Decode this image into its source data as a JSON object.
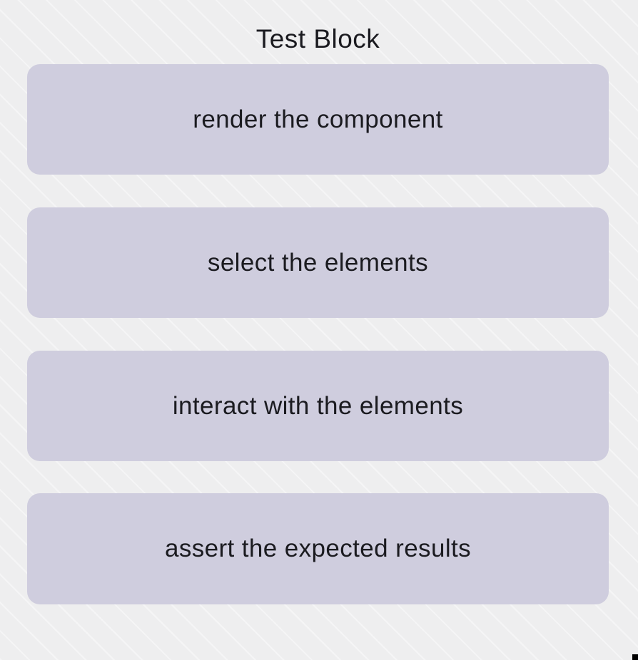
{
  "diagram": {
    "title": "Test Block",
    "steps": [
      {
        "label": "render the component"
      },
      {
        "label": "select the elements"
      },
      {
        "label": "interact with the elements"
      },
      {
        "label": "assert the expected results"
      }
    ],
    "colors": {
      "background": "#f0f0f1",
      "box_fill": "#cfcdde",
      "text": "#1b1b20"
    }
  }
}
